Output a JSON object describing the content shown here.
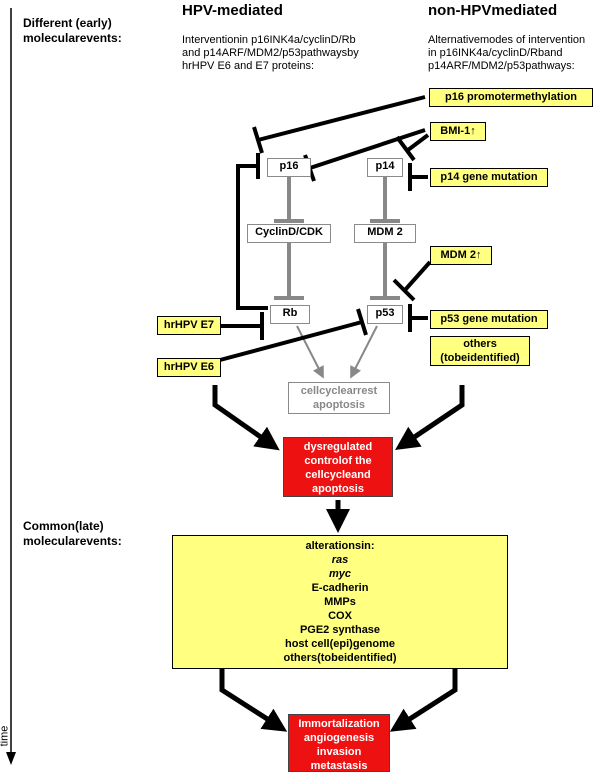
{
  "left_labels": {
    "early": [
      "Different  (early)",
      "molecularevents:"
    ],
    "late": [
      "Common(late)",
      "molecularevents:"
    ],
    "time": "time"
  },
  "columns": {
    "hpv_title": "HPV-mediated",
    "hpv_desc": [
      "Interventionin p16INK4a/cyclinD/Rb",
      "and p14ARF/MDM2/p53pathwaysby",
      "hrHPV E6 and E7 proteins:"
    ],
    "nonhpv_title": "non-HPVmediated",
    "nonhpv_desc": [
      "Alternativemodes of intervention",
      "in p16INK4a/cyclinD/Rband",
      "p14ARF/MDM2/p53pathways:"
    ]
  },
  "nodes": {
    "p16": "p16",
    "p14": "p14",
    "cyclind": "CyclinD/CDK",
    "mdm2": "MDM 2",
    "rb": "Rb",
    "p53": "p53",
    "outcome": [
      "cellcyclearrest",
      "apoptosis"
    ]
  },
  "yellow": {
    "p16_meth": "p16 promotermethylation",
    "bmi1": "BMI-1↑",
    "p14_mut": "p14 gene mutation",
    "mdm2_up": "MDM 2↑",
    "p53_mut": "p53 gene mutation",
    "others": [
      "others",
      "(tobeidentified)"
    ],
    "e7": "hrHPV E7",
    "e6": "hrHPV E6"
  },
  "red": {
    "dysreg": [
      "dysregulated",
      "controlof the",
      "cellcycleand",
      "apoptosis"
    ],
    "final": [
      "Immortalization",
      "angiogenesis",
      "invasion",
      "metastasis"
    ]
  },
  "alterations": {
    "items": [
      "alterationsin:",
      "ras",
      "myc",
      "E-cadherin",
      "MMPs",
      "COX",
      "PGE2 synthase",
      "host cell(epi)genome",
      "others(tobeidentified)"
    ]
  }
}
